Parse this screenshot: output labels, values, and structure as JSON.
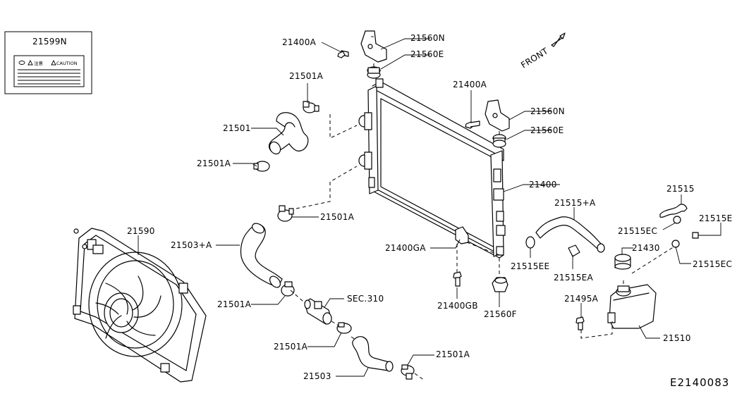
{
  "diagram_code": "E2140083",
  "caution_label": {
    "part_no": "21599N",
    "text": "CAUTION",
    "text_jp": "注意"
  },
  "direction": "FRONT",
  "callouts": {
    "c21599N": "21599N",
    "c21400A_1": "21400A",
    "c21560N_1": "21560N",
    "c21560E_1": "21560E",
    "c21501A_1": "21501A",
    "c21501": "21501",
    "c21501A_2": "21501A",
    "c21400A_2": "21400A",
    "c21560N_2": "21560N",
    "c21560E_2": "21560E",
    "c21400": "21400",
    "c21501A_3": "21501A",
    "c21590": "21590",
    "c21503A": "21503+A",
    "c21400GA": "21400GA",
    "c21515A": "21515+A",
    "c21515": "21515",
    "c21515E": "21515E",
    "c21515EC_1": "21515EC",
    "c21430": "21430",
    "c21515EE": "21515EE",
    "c21515EA": "21515EA",
    "c21515EC_2": "21515EC",
    "c21501A_4": "21501A",
    "cSEC310": "SEC.310",
    "c21400GB": "21400GB",
    "c21560F": "21560F",
    "c21495A": "21495A",
    "c21501A_5": "21501A",
    "c21510": "21510",
    "c21501A_6": "21501A",
    "c21503": "21503"
  }
}
